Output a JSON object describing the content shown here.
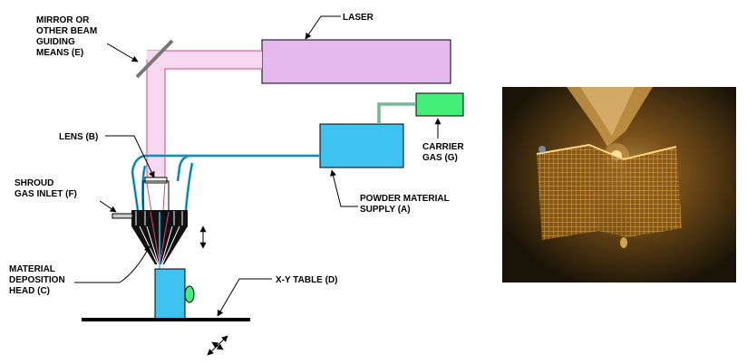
{
  "labels": {
    "mirror": [
      "MIRROR OR",
      "OTHER BEAM",
      "GUIDING",
      "MEANS (E)"
    ],
    "laser": "LASER",
    "lens": "LENS (B)",
    "carrier_gas": [
      "CARRIER",
      "GAS (G)"
    ],
    "shroud_gas": [
      "SHROUD",
      "GAS INLET (F)"
    ],
    "powder_supply": [
      "POWDER MATERIAL",
      "SUPPLY (A)"
    ],
    "deposition_head": [
      "MATERIAL",
      "DEPOSITION",
      "HEAD (C)"
    ],
    "xy_table": "X-Y TABLE (D)"
  },
  "colors": {
    "laser_box": "#E5B8F0",
    "beam": "#F8D8F0",
    "beam_edge": "#E04080",
    "powder_box": "#3EC2F0",
    "carrier_box": "#44EE77",
    "line_green": "#2E8B57",
    "nozzle": "#111111",
    "photo_bg": "#1a1408",
    "photo_glow": "#E0A040"
  },
  "photo": {
    "description_icon": "deposition-process-photo"
  }
}
